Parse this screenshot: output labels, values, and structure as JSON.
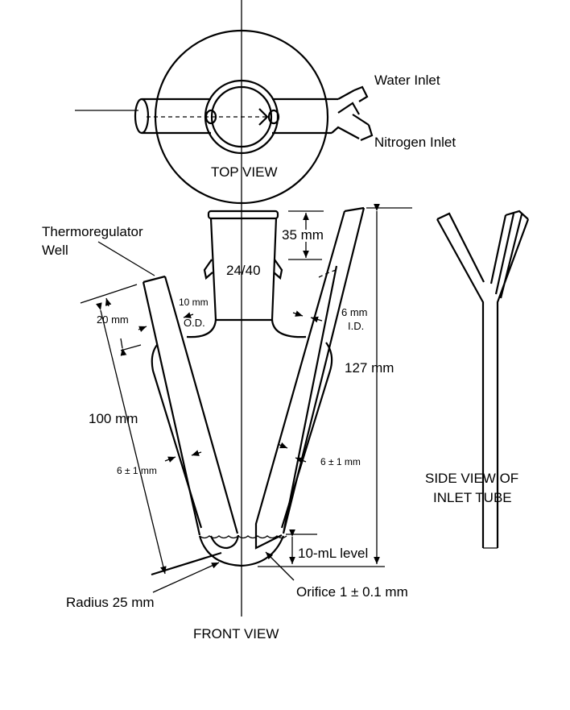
{
  "top_view": {
    "title": "TOP VIEW",
    "water_inlet": "Water Inlet",
    "nitrogen_inlet": "Nitrogen Inlet"
  },
  "front_view": {
    "title": "FRONT VIEW",
    "thermoregulator_line1": "Thermoregulator",
    "thermoregulator_line2": "Well",
    "neck_length": "35 mm",
    "joint_size": "24/40",
    "od_value": "10 mm",
    "od_label": "O.D.",
    "id_value": "6 mm",
    "id_label": "I.D.",
    "well_offset": "20 mm",
    "well_length": "100 mm",
    "total_height": "127 mm",
    "gap_left": "6 ± 1 mm",
    "gap_right": "6 ± 1 mm",
    "level": "10-mL level",
    "radius": "Radius 25 mm",
    "orifice": "Orifice 1 ± 0.1 mm"
  },
  "side_view": {
    "line1": "SIDE VIEW OF",
    "line2": "INLET TUBE"
  }
}
